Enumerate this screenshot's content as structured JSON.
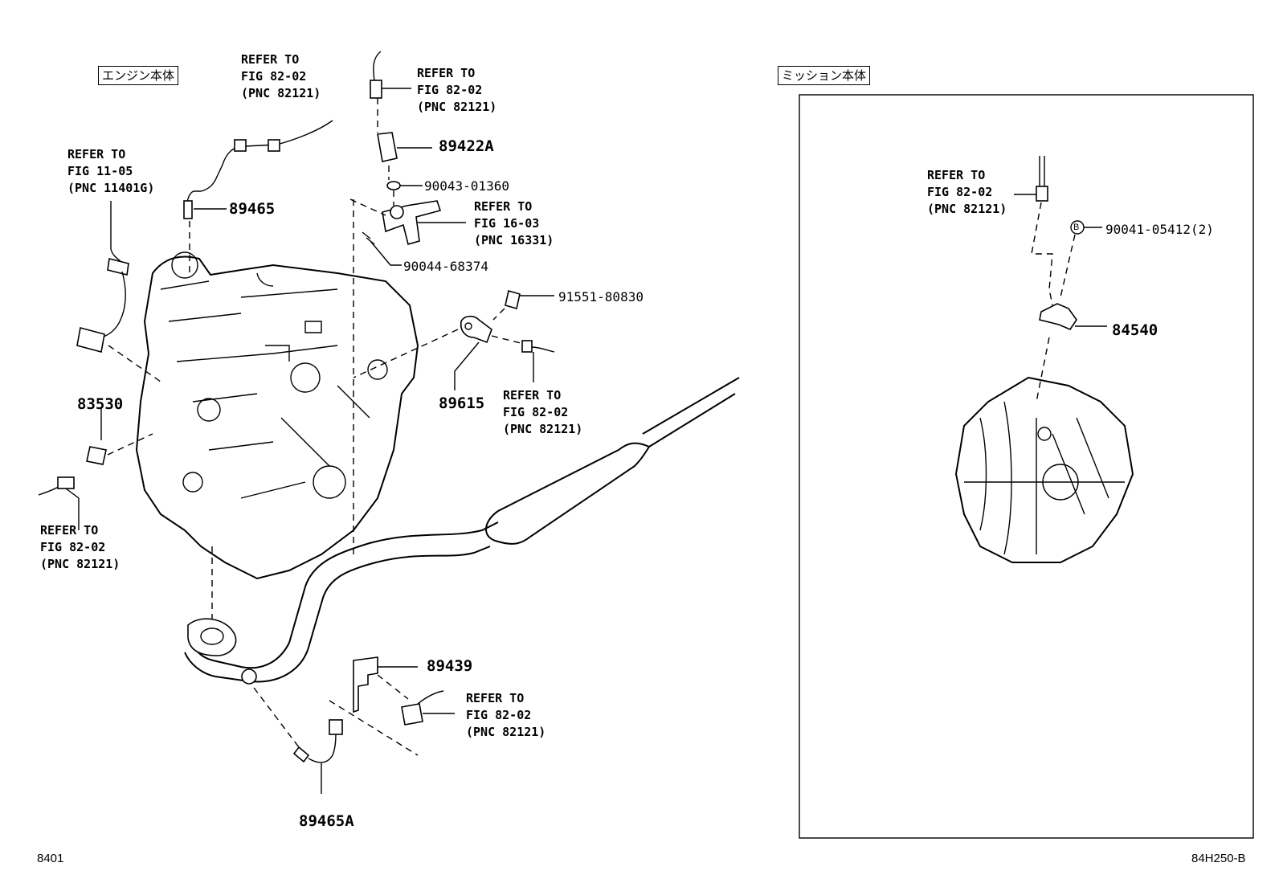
{
  "section_titles": {
    "engine": "エンジン本体",
    "transmission": "ミッション本体"
  },
  "footer": {
    "left_code": "8401",
    "right_code": "84H250-B"
  },
  "refs": {
    "r1": [
      "REFER TO",
      "FIG 82-02",
      "(PNC 82121)"
    ],
    "r2": [
      "REFER TO",
      "FIG 82-02",
      "(PNC 82121)"
    ],
    "r3": [
      "REFER TO",
      "FIG 11-05",
      "(PNC 11401G)"
    ],
    "r4": [
      "REFER TO",
      "FIG 16-03",
      "(PNC 16331)"
    ],
    "r5": [
      "REFER TO",
      "FIG 82-02",
      "(PNC 82121)"
    ],
    "r6": [
      "REFER TO",
      "FIG 82-02",
      "(PNC 82121)"
    ],
    "r7": [
      "REFER TO",
      "FIG 82-02",
      "(PNC 82121)"
    ],
    "r8": [
      "REFER TO",
      "FIG 82-02",
      "(PNC 82121)"
    ]
  },
  "parts": {
    "p89422A": "89422A",
    "p90043": "90043-01360",
    "p89465": "89465",
    "p90044": "90044-68374",
    "p91551": "91551-80830",
    "p89615": "89615",
    "p83530": "83530",
    "p89439": "89439",
    "p89465A": "89465A",
    "p90041": "90041-05412(2)",
    "p84540": "84540",
    "circle_b": "B"
  }
}
